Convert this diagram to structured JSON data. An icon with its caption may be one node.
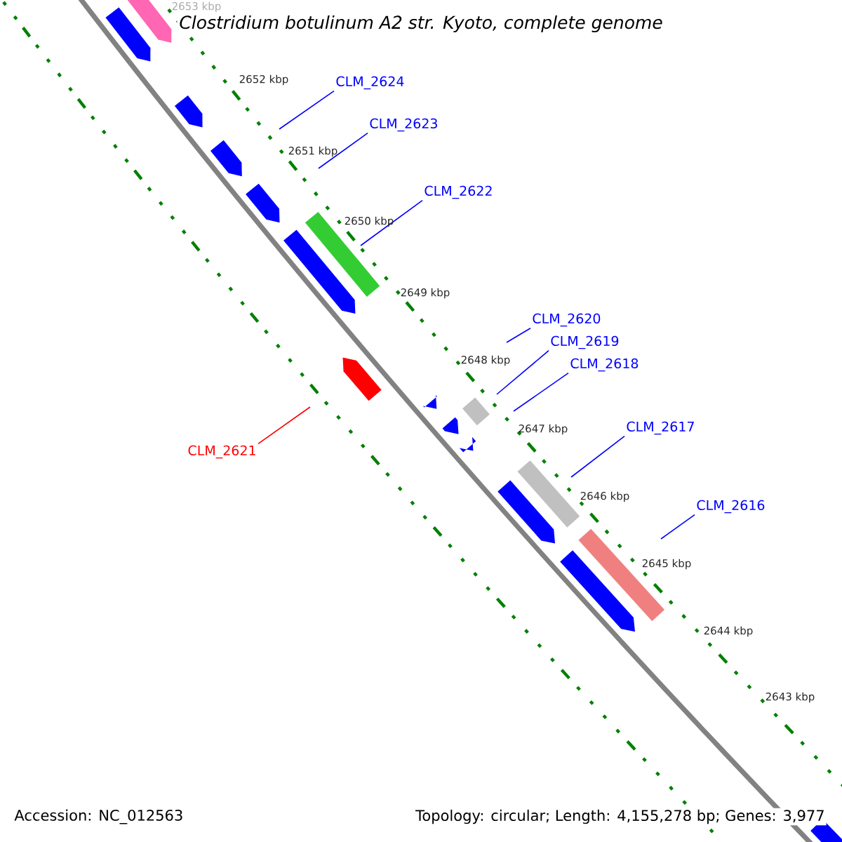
{
  "diagram": {
    "title": "Clostridium botulinum A2 str. Kyoto, complete genome",
    "nodes": [
      {
        "text": [
          "CLM_2624"
        ]
      },
      {
        "text": [
          "CLM_2623"
        ]
      },
      {
        "text": [
          "CLM_2622"
        ]
      },
      {
        "text": [
          "CLM_2620"
        ]
      },
      {
        "text": [
          "CLM_2619"
        ]
      },
      {
        "text": [
          "CLM_2618"
        ]
      },
      {
        "text": [
          "CLM_2617"
        ]
      },
      {
        "text": [
          "CLM_2621"
        ]
      },
      {
        "text": [
          "CLM_2616"
        ]
      }
    ],
    "edges": [
      {
        "from": 0,
        "to": null,
        "arrow": "none"
      },
      {
        "from": 1,
        "to": null,
        "arrow": "none"
      },
      {
        "from": 2,
        "to": null,
        "arrow": "none"
      },
      {
        "from": 3,
        "to": null,
        "arrow": "none"
      },
      {
        "from": 4,
        "to": null,
        "arrow": "none"
      },
      {
        "from": 5,
        "to": null,
        "arrow": "none"
      },
      {
        "from": 6,
        "to": null,
        "arrow": "none"
      },
      {
        "from": 7,
        "to": null,
        "arrow": "none",
        "color": "#ff0000"
      },
      {
        "from": 8,
        "to": null,
        "arrow": "none"
      }
    ],
    "labels": [
      "2653 kbp",
      "2652 kbp",
      "2651 kbp",
      "2650 kbp",
      "2649 kbp",
      "2648 kbp",
      "2647 kbp",
      "2646 kbp",
      "2645 kbp",
      "2644 kbp",
      "2643 kbp",
      "Accession: NC_012563",
      "Topology: circular; Length: 4,155,278 bp; Genes: 3,977"
    ]
  }
}
